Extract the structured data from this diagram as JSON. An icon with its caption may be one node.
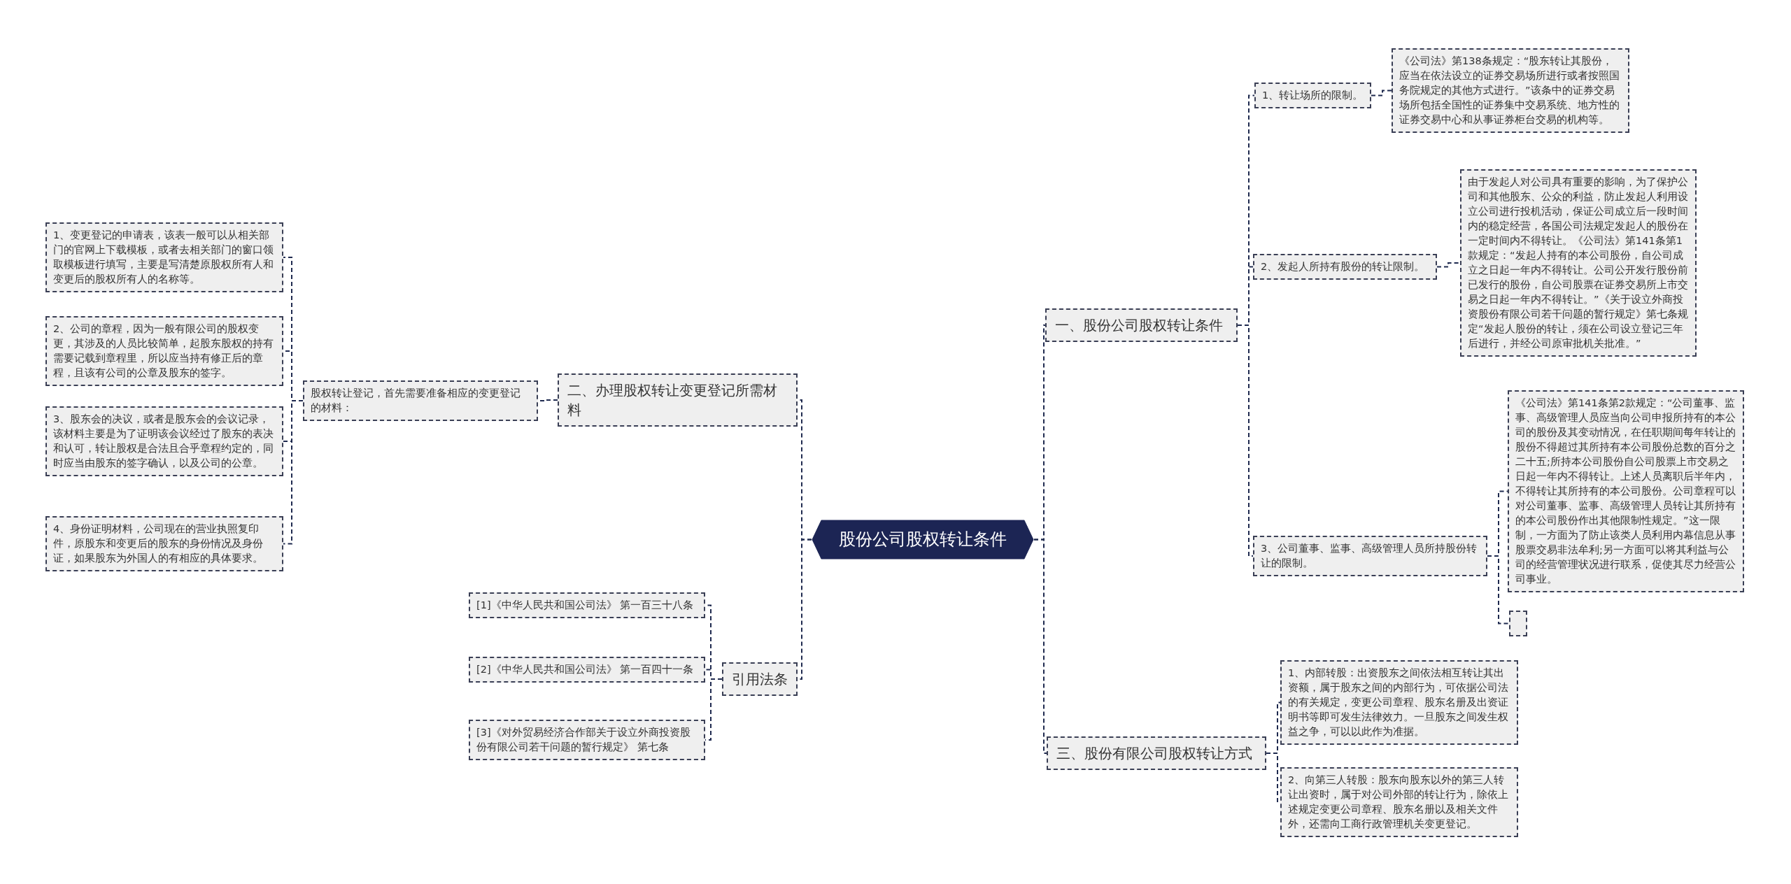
{
  "diagram": {
    "nodes": [
      {
        "text": [
          "股份公司股权转让条件"
        ]
      },
      {
        "text": [
          "一、股份公司股权转让条件"
        ]
      },
      {
        "text": [
          "1、转让场所的限制。"
        ]
      },
      {
        "text": [
          "《公司法》第138条规定：“股东转让其股份，应当在依法设立的证券交易场所进行或者按照国务院规定的其他方式进行。”该条中的证券交易场所包括全国性的证券集中交易系统、地方性的证券交易中心和从事证券柜台交易的机构等。"
        ]
      },
      {
        "text": [
          "2、发起人所持有股份的转让限制。"
        ]
      },
      {
        "text": [
          "由于发起人对公司具有重要的影响，为了保护公司和其他股东、公众的利益，防止发起人利用设立公司进行投机活动，保证公司成立后一段时间内的稳定经营，各国公司法规定发起人的股份在一定时间内不得转让。《公司法》第141条第1款规定：“发起人持有的本公司股份，自公司成立之日起一年内不得转让。公司公开发行股份前已发行的股份，自公司股票在证券交易所上市交易之日起一年内不得转让。”《关于设立外商投资股份有限公司若干问题的暂行规定》第七条规定“发起人股份的转让，须在公司设立登记三年后进行，并经公司原审批机关批准。”"
        ]
      },
      {
        "text": [
          "3、公司董事、监事、高级管理人员所持股份转让的限制。"
        ]
      },
      {
        "text": [
          "《公司法》第141条第2款规定：“公司董事、监事、高级管理人员应当向公司申报所持有的本公司的股份及其变动情况，在任职期间每年转让的股份不得超过其所持有本公司股份总数的百分之二十五;所持本公司股份自公司股票上市交易之日起一年内不得转让。上述人员离职后半年内，不得转让其所持有的本公司股份。公司章程可以对公司董事、监事、高级管理人员转让其所持有的本公司股份作出其他限制性规定。”这一限制，一方面为了防止该类人员利用内幕信息从事股票交易非法牟利;另一方面可以将其利益与公司的经营管理状况进行联系，促使其尽力经营公司事业。"
        ]
      },
      {
        "text": [],
        "shape": "box"
      },
      {
        "text": [
          "三、股份有限公司股权转让方式"
        ]
      },
      {
        "text": [
          "1、内部转股：出资股东之间依法相互转让其出资额，属于股东之间的内部行为，可依据公司法的有关规定，变更公司章程、股东名册及出资证明书等即可发生法律效力。一旦股东之间发生权益之争，可以以此作为准据。"
        ]
      },
      {
        "text": [
          "2、向第三人转股：股东向股东以外的第三人转让出资时，属于对公司外部的转让行为，除依上述规定变更公司章程、股东名册以及相关文件外，还需向工商行政管理机关变更登记。"
        ]
      },
      {
        "text": [
          "二、办理股权转让变更登记所需材料"
        ]
      },
      {
        "text": [
          "股权转让登记，首先需要准备相应的变更登记的材料："
        ]
      },
      {
        "text": [
          "1、变更登记的申请表，该表一般可以从相关部门的官网上下载模板，或者去相关部门的窗口领取模板进行填写，主要是写清楚原股权所有人和变更后的股权所有人的名称等。"
        ]
      },
      {
        "text": [
          "2、公司的章程，因为一般有限公司的股权变更，其涉及的人员比较简单，起股东股权的持有需要记载到章程里，所以应当持有修正后的章程，且该有公司的公章及股东的签字。"
        ]
      },
      {
        "text": [
          "3、股东会的决议，或者是股东会的会议记录，该材料主要是为了证明该会议经过了股东的表决和认可，转让股权是合法且合乎章程约定的，同时应当由股东的签字确认，以及公司的公章。"
        ]
      },
      {
        "text": [
          "4、身份证明材料，公司现在的营业执照复印件，原股东和变更后的股东的身份情况及身份证，如果股东为外国人的有相应的具体要求。"
        ]
      },
      {
        "text": [
          "引用法条"
        ]
      },
      {
        "text": [
          "[1]《中华人民共和国公司法》 第一百三十八条"
        ]
      },
      {
        "text": [
          "[2]《中华人民共和国公司法》 第一百四十一条"
        ]
      },
      {
        "text": [
          "[3]《对外贸易经济合作部关于设立外商投资股份有限公司若干问题的暂行规定》 第七条"
        ]
      }
    ],
    "edges": [
      {
        "from": 0,
        "to": 1,
        "arrow": "none"
      },
      {
        "from": 1,
        "to": 2,
        "arrow": "none"
      },
      {
        "from": 2,
        "to": 3,
        "arrow": "none"
      },
      {
        "from": 1,
        "to": 4,
        "arrow": "none"
      },
      {
        "from": 4,
        "to": 5,
        "arrow": "none"
      },
      {
        "from": 1,
        "to": 6,
        "arrow": "none"
      },
      {
        "from": 6,
        "to": 7,
        "arrow": "none"
      },
      {
        "from": 6,
        "to": 8,
        "arrow": "none"
      },
      {
        "from": 0,
        "to": 9,
        "arrow": "none"
      },
      {
        "from": 9,
        "to": 10,
        "arrow": "none"
      },
      {
        "from": 9,
        "to": 11,
        "arrow": "none"
      },
      {
        "from": 0,
        "to": 12,
        "arrow": "none"
      },
      {
        "from": 12,
        "to": 13,
        "arrow": "none"
      },
      {
        "from": 13,
        "to": 14,
        "arrow": "none"
      },
      {
        "from": 13,
        "to": 15,
        "arrow": "none"
      },
      {
        "from": 13,
        "to": 16,
        "arrow": "none"
      },
      {
        "from": 13,
        "to": 17,
        "arrow": "none"
      },
      {
        "from": 0,
        "to": 18,
        "arrow": "none"
      },
      {
        "from": 18,
        "to": 19,
        "arrow": "none"
      },
      {
        "from": 18,
        "to": 20,
        "arrow": "none"
      },
      {
        "from": 18,
        "to": 21,
        "arrow": "none"
      }
    ]
  }
}
